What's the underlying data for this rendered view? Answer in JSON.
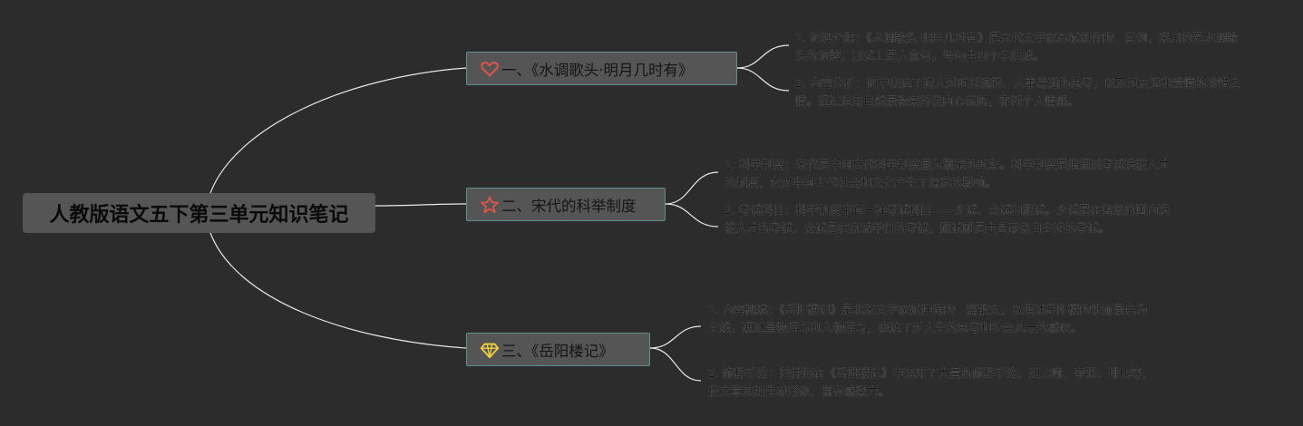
{
  "root": {
    "title": "人教版语文五下第三单元知识笔记"
  },
  "branches": [
    {
      "title": "一、《水调歌头·明月几时有》",
      "icon": "heart-outline-icon",
      "icon_color": "#e0554a",
      "notes": [
        "1. 词牌介绍：《水调歌头·明月几时有》是元代文学家苏轼创作的一首词，采用的是水调歌头的词牌，形式上是六言句，每句由四个字组成。",
        "2. 内容分析：词中表达了诗人对时光流转、人事易逝的思考，以及对友谊和爱情的珍惜之情。通过运用自然景物来抒发内心哀怨，寄托个人情感。"
      ]
    },
    {
      "title": "二、宋代的科举制度",
      "icon": "star-outline-icon",
      "icon_color": "#e0554a",
      "notes": [
        "1. 科举制度：宋代是中国古代科举制度最为繁荣的时期。科举制度是指通过考试选拔人才的制度，它对中国古代社会和文化产生了深远的影响。",
        "2. 考试科目：科举制度中有三种考试科目——乡试、会试和殿试。乡试是在省级范围内选拔人才的考试，会试是在京城举行的考试，殿试则是由皇帝亲自主持的考试。"
      ]
    },
    {
      "title": "三、《岳阳楼记》",
      "icon": "diamond-gem-icon",
      "icon_color": "#f2d23c",
      "notes": [
        "1. 内容概述：《岳阳楼记》是北宋文学家范仲淹的一篇散文，以描述岳阳楼的壮丽景色为主线，通过景物描写和人物描写，表达了对人生的思考和社会风云的感叹。",
        "2. 修辞手法：范仲淹在《岳阳楼记》中运用了大量的修辞手法，如比喻、夸张、排比等，使文章更加生动形象，富有感染力。"
      ]
    }
  ]
}
